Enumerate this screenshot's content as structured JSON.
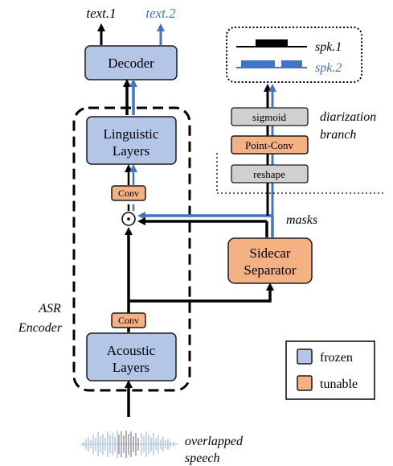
{
  "outputs": {
    "text1": "text.1",
    "text2": "text.2"
  },
  "speakers": {
    "spk1": "spk.1",
    "spk2": "spk.2"
  },
  "blocks": {
    "decoder": "Decoder",
    "linguistic_line1": "Linguistic",
    "linguistic_line2": "Layers",
    "conv_top": "Conv",
    "conv_bottom": "Conv",
    "acoustic_line1": "Acoustic",
    "acoustic_line2": "Layers",
    "sidecar_line1": "Sidecar",
    "sidecar_line2": "Separator",
    "sigmoid": "sigmoid",
    "pointconv": "Point-Conv",
    "reshape": "reshape",
    "multiply_symbol": "⊙"
  },
  "labels": {
    "diarization_line1": "diarization",
    "diarization_line2": "branch",
    "masks": "masks",
    "asr_line1": "ASR",
    "asr_line2": "Encoder",
    "input_line1": "overlapped",
    "input_line2": "speech"
  },
  "legend": {
    "frozen": "frozen",
    "tunable": "tunable"
  },
  "colors": {
    "frozen": "#b4c6e7",
    "tunable": "#f4b183",
    "gray": "#d0d0d0",
    "blue_accent": "#4472c4",
    "black": "#000000"
  }
}
